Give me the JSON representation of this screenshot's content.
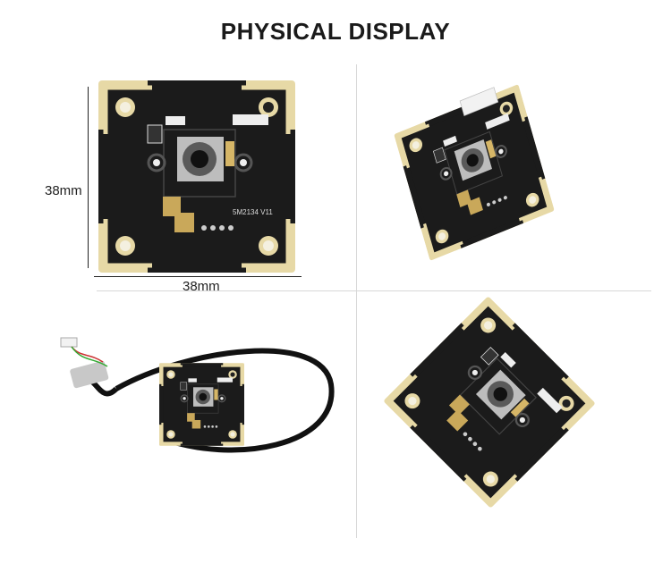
{
  "title": "PHYSICAL DISPLAY",
  "dimensions": {
    "height_label": "38mm",
    "width_label": "38mm"
  },
  "board": {
    "silkscreen": "5M2134  V11"
  },
  "colors": {
    "pcb": "#1b1b1b",
    "gold": "#e7d9a6",
    "copper": "#c9a85a"
  }
}
